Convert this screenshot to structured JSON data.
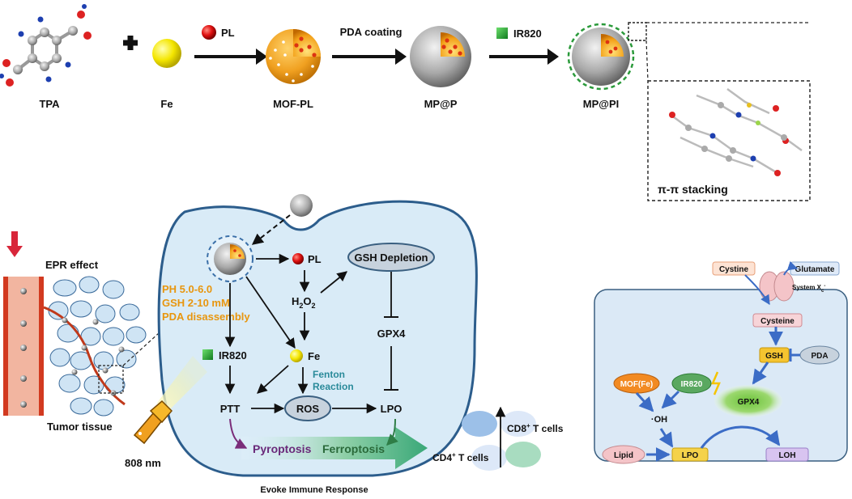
{
  "synthesis": {
    "tpa_label": "TPA",
    "fe_label": "Fe",
    "pl_label": "PL",
    "mof_pl_label": "MOF-PL",
    "pda_coating_label": "PDA coating",
    "mp_p_label": "MP@P",
    "ir820_label": "IR820",
    "mp_pi_label": "MP@PI",
    "stacking_label": "π-π stacking"
  },
  "tumor": {
    "epr_label": "EPR effect",
    "tissue_label": "Tumor tissue",
    "laser_label": "808 nm"
  },
  "cell": {
    "pl_label": "PL",
    "gsh_depletion_label": "GSH Depletion",
    "h2o2_main": "H",
    "h2o2_sub1": "2",
    "h2o2_o": "O",
    "h2o2_sub2": "2",
    "conditions": [
      "PH 5.0-6.0",
      "GSH 2-10 mM",
      "PDA disassembly"
    ],
    "ir820_label": "IR820",
    "fe_label": "Fe",
    "fenton_lines": [
      "Fenton",
      "Reaction"
    ],
    "gpx4_label": "GPX4",
    "ptt_label": "PTT",
    "ros_label": "ROS",
    "lpo_label": "LPO",
    "pyroptosis_label": "Pyroptosis",
    "ferroptosis_label": "Ferroptosis",
    "immune_label": "Evoke Immune Response"
  },
  "immune": {
    "cd8_main": "CD8",
    "cd8_sup": "+",
    "cd8_rest": " T cells",
    "cd4_main": "CD4",
    "cd4_sup": "+",
    "cd4_rest": " T cells"
  },
  "pathway": {
    "cystine": "Cystine",
    "glutamate": "Glutamate",
    "system_main": "System X",
    "system_sub": "c",
    "system_sup": "-",
    "cysteine": "Cysteine",
    "gsh": "GSH",
    "pda": "PDA",
    "mof_fe": "MOF(Fe)",
    "ir820": "IR820",
    "gpx4": "GPX4",
    "oh": "·OH",
    "lipid": "Lipid",
    "lpo": "LPO",
    "loh": "LOH"
  },
  "colors": {
    "orange_text": "#e8960e",
    "teal_text": "#2a8a9a",
    "cell_fill": "#d9ebf7",
    "cell_stroke": "#2c5d8c",
    "purple_text": "#6a2a7a",
    "green_text": "#2a6a3a"
  }
}
